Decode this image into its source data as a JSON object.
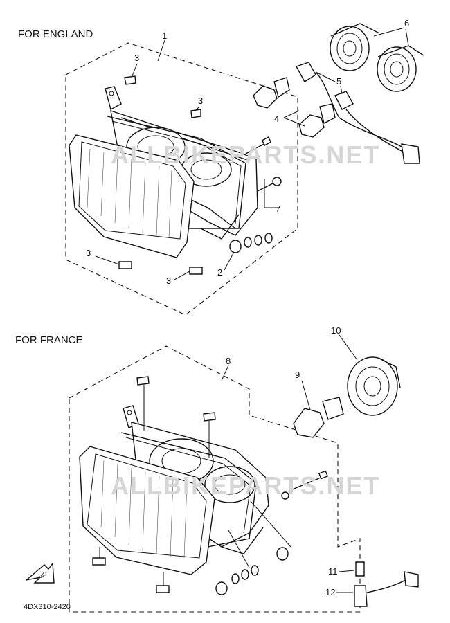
{
  "sections": [
    {
      "title": "FOR ENGLAND"
    },
    {
      "title": "FOR FRANCE"
    }
  ],
  "callouts": {
    "c1": "1",
    "c2": "2",
    "c3a": "3",
    "c3b": "3",
    "c3c": "3",
    "c3d": "3",
    "c4": "4",
    "c5": "5",
    "c6": "6",
    "c7": "7",
    "c8": "8",
    "c9": "9",
    "c10": "10",
    "c11": "11",
    "c12": "12"
  },
  "front_badge": "FWD",
  "diagram_code": "4DX310-2420",
  "watermark": "ALLBIKEPARTS.NET"
}
